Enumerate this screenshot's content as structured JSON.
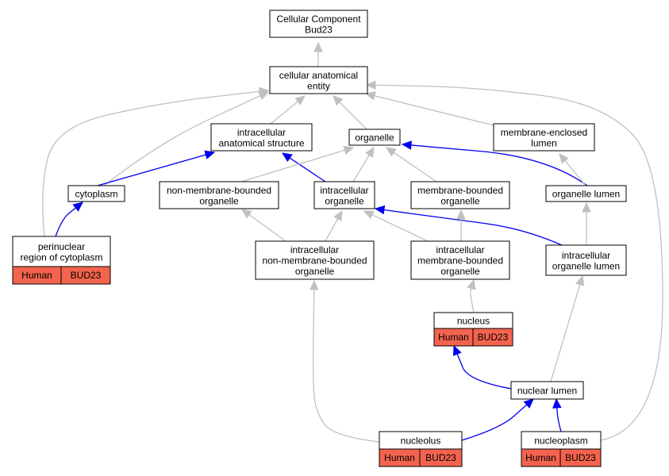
{
  "colors": {
    "annotation_fill": "#f4634e",
    "edge_gray": "#c0c0c0",
    "edge_blue": "#0000ee",
    "node_border": "#000000"
  },
  "nodes": [
    {
      "id": "root",
      "lines": [
        "Cellular Component",
        "Bud23"
      ]
    },
    {
      "id": "cae",
      "lines": [
        "cellular anatomical",
        "entity"
      ]
    },
    {
      "id": "ias",
      "lines": [
        "intracellular",
        "anatomical structure"
      ]
    },
    {
      "id": "organelle",
      "lines": [
        "organelle"
      ]
    },
    {
      "id": "mel",
      "lines": [
        "membrane-enclosed",
        "lumen"
      ]
    },
    {
      "id": "cytoplasm",
      "lines": [
        "cytoplasm"
      ]
    },
    {
      "id": "nmbo",
      "lines": [
        "non-membrane-bounded",
        "organelle"
      ]
    },
    {
      "id": "io",
      "lines": [
        "intracellular",
        "organelle"
      ]
    },
    {
      "id": "mbo",
      "lines": [
        "membrane-bounded",
        "organelle"
      ]
    },
    {
      "id": "ol",
      "lines": [
        "organelle lumen"
      ]
    },
    {
      "id": "prc",
      "lines": [
        "perinuclear",
        "region of cytoplasm"
      ],
      "annotation": [
        "Human",
        "BUD23"
      ]
    },
    {
      "id": "inmbo",
      "lines": [
        "intracellular",
        "non-membrane-bounded",
        "organelle"
      ]
    },
    {
      "id": "imbo",
      "lines": [
        "intracellular",
        "membrane-bounded",
        "organelle"
      ]
    },
    {
      "id": "iol",
      "lines": [
        "intracellular",
        "organelle lumen"
      ]
    },
    {
      "id": "nucleus",
      "lines": [
        "nucleus"
      ],
      "annotation": [
        "Human",
        "BUD23"
      ]
    },
    {
      "id": "nl",
      "lines": [
        "nuclear lumen"
      ]
    },
    {
      "id": "nucleolus",
      "lines": [
        "nucleolus"
      ],
      "annotation": [
        "Human",
        "BUD23"
      ]
    },
    {
      "id": "nucleoplasm",
      "lines": [
        "nucleoplasm"
      ],
      "annotation": [
        "Human",
        "BUD23"
      ]
    }
  ],
  "edges": [
    {
      "from": "cae",
      "to": "root",
      "kind": "is_a"
    },
    {
      "from": "ias",
      "to": "cae",
      "kind": "is_a"
    },
    {
      "from": "organelle",
      "to": "cae",
      "kind": "is_a"
    },
    {
      "from": "mel",
      "to": "cae",
      "kind": "is_a"
    },
    {
      "from": "cytoplasm",
      "to": "cae",
      "kind": "is_a"
    },
    {
      "from": "prc",
      "to": "cae",
      "kind": "is_a"
    },
    {
      "from": "nucleoplasm",
      "to": "cae",
      "kind": "is_a"
    },
    {
      "from": "cytoplasm",
      "to": "ias",
      "kind": "part_of"
    },
    {
      "from": "io",
      "to": "ias",
      "kind": "part_of"
    },
    {
      "from": "ol",
      "to": "organelle",
      "kind": "part_of"
    },
    {
      "from": "nmbo",
      "to": "organelle",
      "kind": "is_a"
    },
    {
      "from": "io",
      "to": "organelle",
      "kind": "is_a"
    },
    {
      "from": "mbo",
      "to": "organelle",
      "kind": "is_a"
    },
    {
      "from": "ol",
      "to": "mel",
      "kind": "is_a"
    },
    {
      "from": "prc",
      "to": "cytoplasm",
      "kind": "part_of"
    },
    {
      "from": "inmbo",
      "to": "nmbo",
      "kind": "is_a"
    },
    {
      "from": "inmbo",
      "to": "io",
      "kind": "is_a"
    },
    {
      "from": "imbo",
      "to": "io",
      "kind": "is_a"
    },
    {
      "from": "iol",
      "to": "io",
      "kind": "part_of"
    },
    {
      "from": "imbo",
      "to": "mbo",
      "kind": "is_a"
    },
    {
      "from": "iol",
      "to": "ol",
      "kind": "is_a"
    },
    {
      "from": "nucleus",
      "to": "imbo",
      "kind": "is_a"
    },
    {
      "from": "nl",
      "to": "iol",
      "kind": "is_a"
    },
    {
      "from": "nl",
      "to": "nucleus",
      "kind": "part_of"
    },
    {
      "from": "nucleolus",
      "to": "inmbo",
      "kind": "is_a"
    },
    {
      "from": "nucleolus",
      "to": "nl",
      "kind": "part_of"
    },
    {
      "from": "nucleoplasm",
      "to": "nl",
      "kind": "part_of"
    }
  ]
}
